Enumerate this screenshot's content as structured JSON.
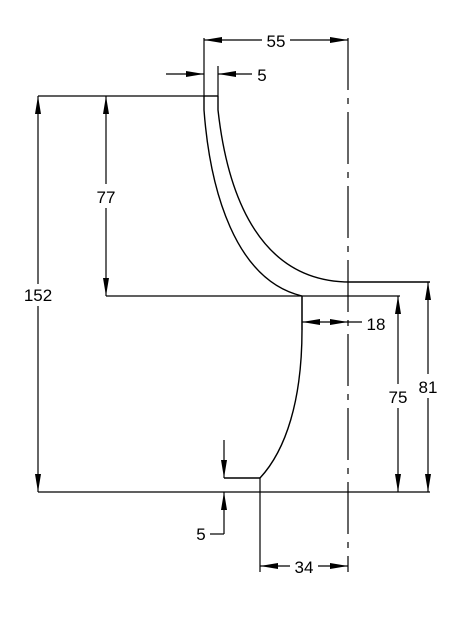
{
  "dimensions": {
    "top_width": "55",
    "wall_top": "5",
    "height_upper": "77",
    "height_total": "152",
    "wall_mid": "18",
    "height_lower": "75",
    "height_right": "81",
    "wall_bottom": "5",
    "bottom_width": "34"
  }
}
